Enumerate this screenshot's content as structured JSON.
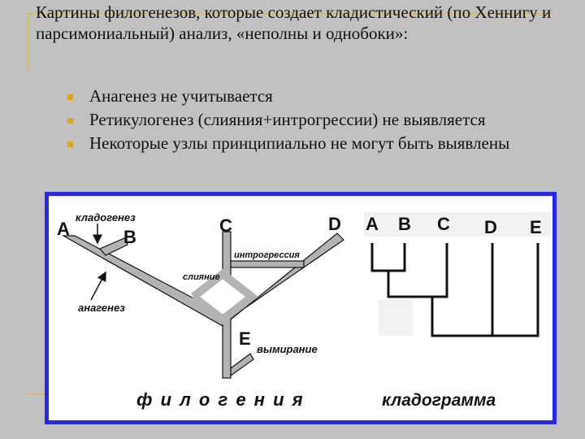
{
  "title": "Картины филогенезов, которые создает кладистический (по Хеннигу и парсимониальный)  анализ, «неполны и однобоки»:",
  "bullets": [
    "Анагенез не учитывается",
    "Ретикулогенез (слияния+интрогрессии) не выявляется",
    "Некоторые узлы принципиально не могут быть выявлены"
  ],
  "colors": {
    "accent": "#d7b45a",
    "bullet": "#e0a800",
    "frame": "#2727f0",
    "branch": "#b3b3b3"
  },
  "phylogeny": {
    "taxa": {
      "a": "A",
      "b": "B",
      "c": "C",
      "d": "D",
      "e": "E"
    },
    "labels": {
      "cladogenesis": "кладогенез",
      "anagenesis": "анагенез",
      "introgression": "интрогрессия",
      "fusion": "слияние",
      "extinction": "вымирание"
    },
    "caption": "ф и л о г е н и я"
  },
  "cladogram": {
    "taxa": [
      "A",
      "B",
      "C",
      "D",
      "E"
    ],
    "caption": "кладограмма"
  }
}
